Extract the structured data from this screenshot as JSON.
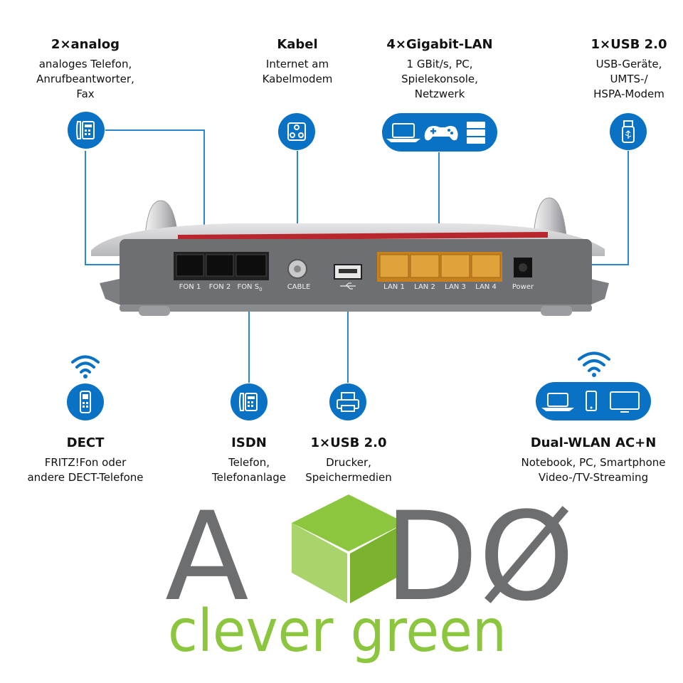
{
  "features": {
    "analog": {
      "title": "2×analog",
      "desc": "analoges Telefon,\nAnrufbeantworter,\nFax"
    },
    "kabel": {
      "title": "Kabel",
      "desc": "Internet am\nKabelmodem"
    },
    "lan": {
      "title": "4×Gigabit-LAN",
      "desc": "1 GBit/s, PC,\nSpielekonsole,\nNetzwerk"
    },
    "usb_top": {
      "title": "1×USB 2.0",
      "desc": "USB-Geräte,\nUMTS-/\nHSPA-Modem"
    },
    "dect": {
      "title": "DECT",
      "desc": "FRITZ!Fon oder\nandere DECT-Telefone"
    },
    "isdn": {
      "title": "ISDN",
      "desc": "Telefon,\nTelefonanlage"
    },
    "usb_bottom": {
      "title": "1×USB 2.0",
      "desc": "Drucker,\nSpeichermedien"
    },
    "wlan": {
      "title": "Dual-WLAN AC+N",
      "desc": "Notebook, PC, Smartphone\nVideo-/TV-Streaming"
    }
  },
  "ports": {
    "fon1": "FON 1",
    "fon2": "FON 2",
    "fons0": "FON S",
    "fons0_sub": "0",
    "cable": "CABLE",
    "lan1": "LAN 1",
    "lan2": "LAN 2",
    "lan3": "LAN 3",
    "lan4": "LAN 4",
    "power": "Power"
  },
  "logo": {
    "letters_left": "A",
    "letters_right": "DØ",
    "tagline": "clever green"
  },
  "colors": {
    "icon_blue": "#0a72c4",
    "router_gray": "#6e6f73",
    "lan_orange": "#d8962a",
    "logo_gray": "#6d6e70",
    "logo_green": "#8cc63f"
  }
}
